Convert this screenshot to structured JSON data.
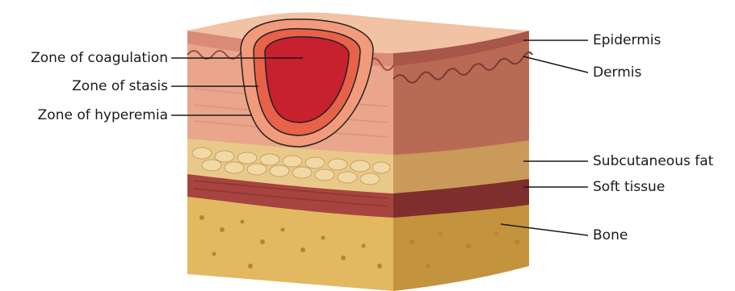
{
  "labels_left": {
    "coagulation": "Zone of coagulation",
    "stasis": "Zone of stasis",
    "hyperemia": "Zone of hyperemia"
  },
  "labels_right": {
    "epidermis": "Epidermis",
    "dermis": "Dermis",
    "subcutaneous_fat": "Subcutaneous fat",
    "soft_tissue": "Soft tissue",
    "bone": "Bone"
  },
  "colors": {
    "epidermis": "#f2c2a4",
    "dermis": "#e9a68a",
    "dermis_side": "#b96a55",
    "fat": "#e8c98a",
    "fat_side": "#c99a5a",
    "soft_tissue": "#a8443f",
    "soft_tissue_side": "#7e2e2c",
    "bone": "#e2b860",
    "bone_side": "#c4933d",
    "coagulation": "#c7202e",
    "stasis": "#e8624a",
    "hyperemia": "#f19a7c"
  }
}
